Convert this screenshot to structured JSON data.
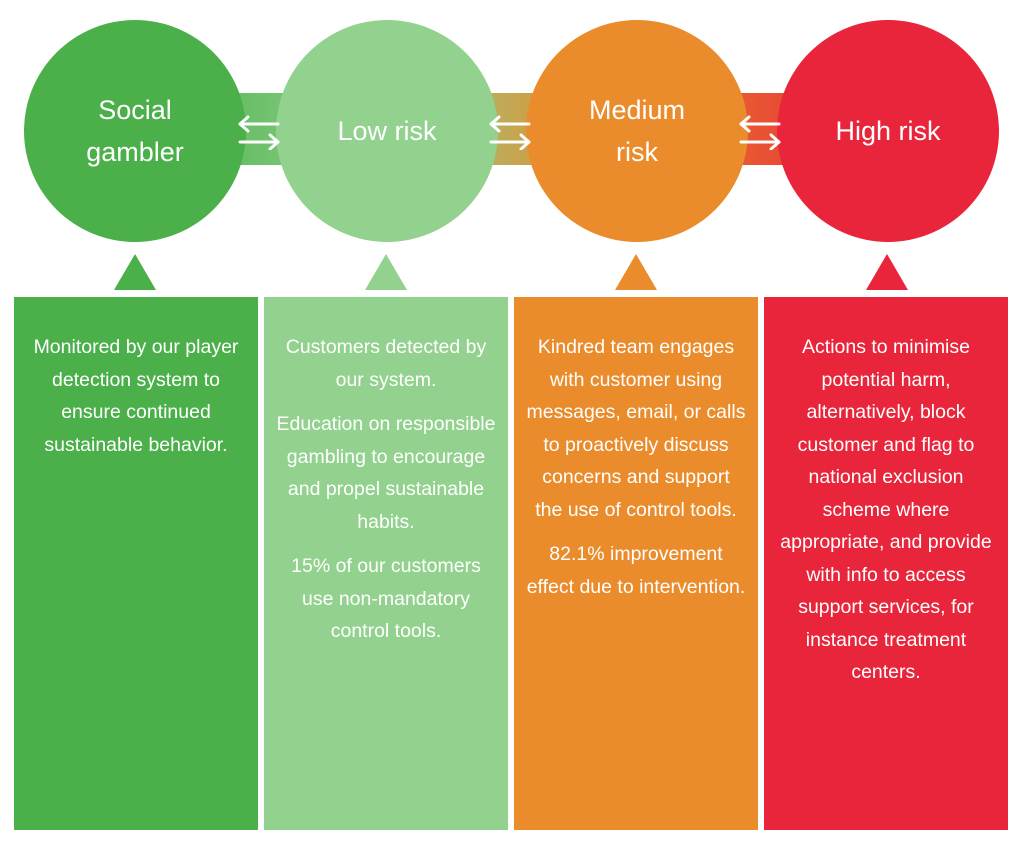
{
  "stages": [
    {
      "title": "Social\ngambler",
      "color": "#4bb04a",
      "paragraphs": [
        "Monitored by our player detection system to ensure continued sustainable behavior."
      ]
    },
    {
      "title": "Low risk",
      "color": "#92d28e",
      "paragraphs": [
        "Customers detected by our system.",
        "Education on responsible gambling to encourage and propel sustainable habits.",
        "15% of our customers use non-mandatory control tools."
      ]
    },
    {
      "title": "Medium\nrisk",
      "color": "#ea8c2b",
      "paragraphs": [
        "Kindred team engages with customer using messages, email, or calls to proactively discuss concerns and support the use of control tools.",
        "82.1% improvement effect due to intervention."
      ]
    },
    {
      "title": "High risk",
      "color": "#e8253a",
      "paragraphs": [
        "Actions to minimise potential harm, alternatively, block customer and flag to national exclusion scheme where appropriate, and provide with info to access support services, for instance treatment centers."
      ]
    }
  ],
  "connector_icon": "bidirectional-arrows-icon"
}
